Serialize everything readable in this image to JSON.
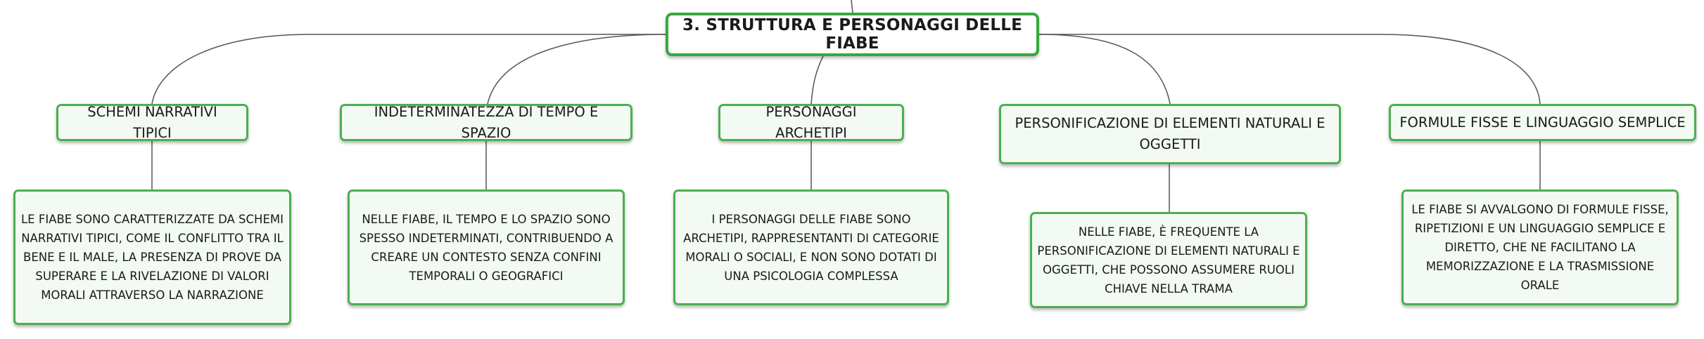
{
  "diagram": {
    "root": {
      "title": "3. STRUTTURA E PERSONAGGI DELLE FIABE"
    },
    "branches": [
      {
        "topic": "SCHEMI NARRATIVI TIPICI",
        "description": "LE FIABE SONO CARATTERIZZATE DA SCHEMI NARRATIVI TIPICI, COME IL CONFLITTO TRA IL BENE E IL MALE, LA PRESENZA DI PROVE DA SUPERARE E LA RIVELAZIONE DI VALORI MORALI ATTRAVERSO LA NARRAZIONE"
      },
      {
        "topic": "INDETERMINATEZZA DI TEMPO E SPAZIO",
        "description": "NELLE FIABE, IL TEMPO E LO SPAZIO SONO SPESSO INDETERMINATI, CONTRIBUENDO A CREARE UN CONTESTO SENZA CONFINI TEMPORALI O GEOGRAFICI"
      },
      {
        "topic": "PERSONAGGI ARCHETIPI",
        "description": "I PERSONAGGI DELLE FIABE SONO ARCHETIPI, RAPPRESENTANTI DI CATEGORIE MORALI O SOCIALI, E NON SONO DOTATI DI UNA PSICOLOGIA COMPLESSA"
      },
      {
        "topic": "PERSONIFICAZIONE DI ELEMENTI NATURALI E OGGETTI",
        "description": "NELLE FIABE, È FREQUENTE LA PERSONIFICAZIONE DI ELEMENTI NATURALI E OGGETTI, CHE POSSONO ASSUMERE RUOLI CHIAVE NELLA TRAMA"
      },
      {
        "topic": "FORMULE FISSE E LINGUAGGIO SEMPLICE",
        "description": "LE FIABE SI AVVALGONO DI FORMULE FISSE, RIPETIZIONI E UN LINGUAGGIO SEMPLICE E DIRETTO, CHE NE FACILITANO LA MEMORIZZAZIONE E LA TRASMISSIONE ORALE"
      }
    ],
    "colors": {
      "node_border": "#4caf50",
      "root_border": "#37a83e",
      "node_fill": "#f2faf3",
      "connector": "#555555"
    }
  }
}
